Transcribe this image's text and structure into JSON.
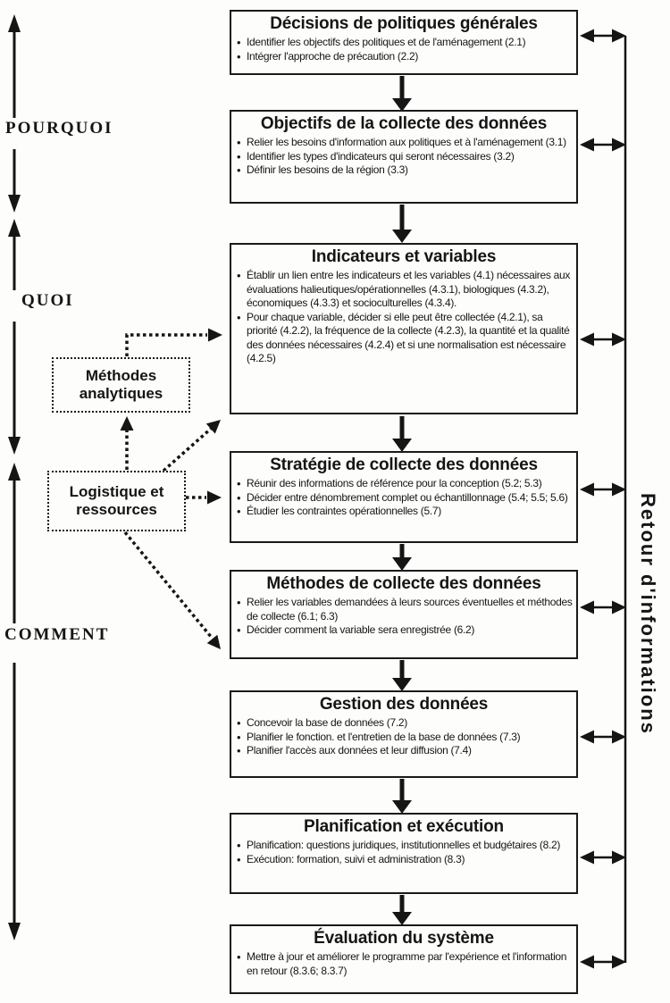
{
  "palette": {
    "ink": "#151515",
    "paper": "#fdfdfb"
  },
  "side_labels": {
    "pourquoi": "POURQUOI",
    "quoi": "QUOI",
    "comment": "COMMENT"
  },
  "feedback_label": "Retour d'informations",
  "aux_boxes": [
    {
      "name": "methodes-analytiques",
      "lines": [
        "Méthodes",
        "analytiques"
      ]
    },
    {
      "name": "logistique-ressources",
      "lines": [
        "Logistique et",
        "ressources"
      ]
    }
  ],
  "flow_boxes": [
    {
      "title": "Décisions de politiques générales",
      "bullets": [
        "Identifier les objectifs des politiques et de l'aménagement (2.1)",
        "Intégrer l'approche de précaution (2.2)"
      ]
    },
    {
      "title": "Objectifs de la collecte des données",
      "bullets": [
        "Relier les besoins d'information aux politiques et à l'aménagement (3.1)",
        "Identifier les types d'indicateurs qui seront nécessaires (3.2)",
        "Définir les besoins de la région (3.3)"
      ]
    },
    {
      "title": "Indicateurs et variables",
      "bullets": [
        "Établir un lien entre les indicateurs et les variables (4.1) nécessaires aux évaluations halieutiques/opérationnelles (4.3.1), biologiques (4.3.2), économiques (4.3.3) et socioculturelles (4.3.4).",
        "Pour chaque variable, décider si elle peut être collectée (4.2.1), sa priorité (4.2.2), la fréquence de la collecte (4.2.3), la quantité et la qualité des données nécessaires (4.2.4) et si une normalisation est nécessaire (4.2.5)"
      ]
    },
    {
      "title": "Stratégie de collecte des données",
      "bullets": [
        "Réunir des informations de référence pour la conception (5.2; 5.3)",
        "Décider entre dénombrement complet ou échantillonnage (5.4; 5.5; 5.6)",
        "Étudier les contraintes opérationnelles (5.7)"
      ]
    },
    {
      "title": "Méthodes de collecte des données",
      "bullets": [
        "Relier les variables demandées à leurs sources éventuelles et méthodes de collecte (6.1; 6.3)",
        "Décider comment la variable sera enregistrée (6.2)"
      ]
    },
    {
      "title": "Gestion des données",
      "bullets": [
        "Concevoir la base de données (7.2)",
        "Planifier le fonction. et l'entretien de la base de données (7.3)",
        "Planifier l'accès aux données et leur diffusion (7.4)"
      ]
    },
    {
      "title": "Planification et exécution",
      "bullets": [
        "Planification: questions juridiques, institutionnelles et budgétaires (8.2)",
        "Exécution: formation, suivi et administration (8.3)"
      ]
    },
    {
      "title": "Évaluation du système",
      "bullets": [
        "Mettre à jour et améliorer le programme par l'expérience et l'information en retour (8.3.6; 8.3.7)"
      ]
    }
  ]
}
